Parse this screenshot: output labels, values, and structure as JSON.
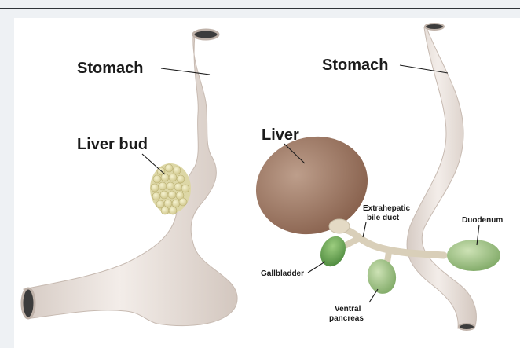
{
  "left_diagram": {
    "stomach_label": "Stomach",
    "liver_bud_label": "Liver bud"
  },
  "right_diagram": {
    "stomach_label": "Stomach",
    "liver_label": "Liver",
    "bile_duct_label_line1": "Extrahepatic",
    "bile_duct_label_line2": "bile duct",
    "duodenum_label": "Duodenum",
    "gallbladder_label": "Gallbladder",
    "ventral_pancreas_label_line1": "Ventral",
    "ventral_pancreas_label_line2": "pancreas"
  },
  "colors": {
    "gut_tube": "#ece4df",
    "gut_shadow": "#cfc3bb",
    "liver": "#9c7b68",
    "liver_bud": "#e8e3b2",
    "gallbladder": "#6fa35a",
    "pancreas": "#a9c98f"
  }
}
